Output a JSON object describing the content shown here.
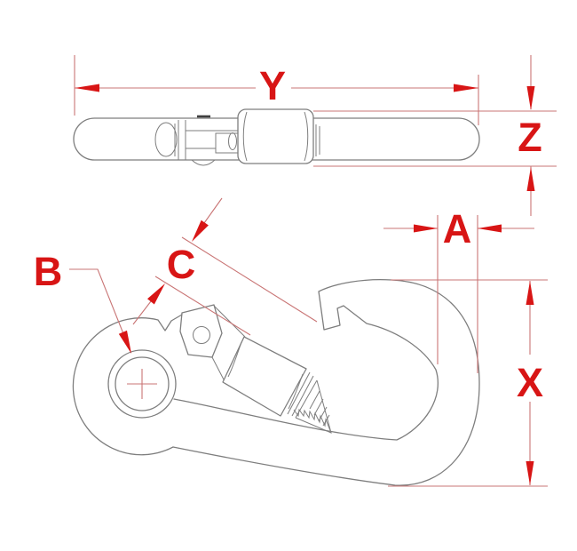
{
  "colors": {
    "dim_red": "#d81515",
    "dim_line_red": "#c97575",
    "outline_gray": "#7e7e7e",
    "knurl_dark": "#3f3f3f",
    "background": "#ffffff"
  },
  "labels": {
    "y": "Y",
    "z": "Z",
    "a": "A",
    "b": "B",
    "c": "C",
    "x": "X"
  },
  "views": [
    {
      "id": "side-profile-view",
      "dimension_labels": [
        "Y",
        "Z"
      ]
    },
    {
      "id": "front-view",
      "dimension_labels": [
        "A",
        "B",
        "C",
        "X"
      ]
    }
  ]
}
